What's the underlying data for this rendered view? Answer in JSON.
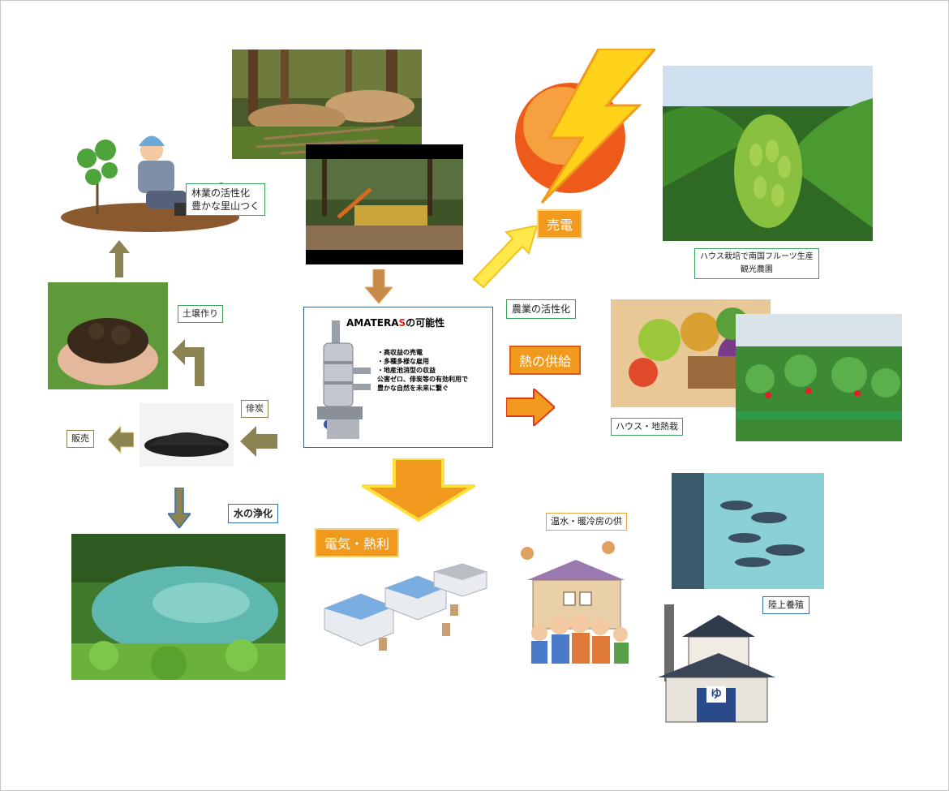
{
  "labels": {
    "forestry": [
      "林業の活性化",
      "豊かな里山つく"
    ],
    "soil": "土壌作り",
    "biochar": "俳炭",
    "sale": "販売",
    "water": "水の浄化",
    "power_sale": "売電",
    "agri": "農業の活性化",
    "heat": "熱の供給",
    "elec_heat": "電気・熱利",
    "tropical": [
      "ハウス栽培で南国フルーツ生産",
      "観光農園"
    ],
    "greenhouse": "ハウス・地熱栽",
    "hotwater": "温水・暖冷房の供",
    "aquaculture": "陸上養殖"
  },
  "amateras": {
    "title_prefix": "AMATERA",
    "title_s": "S",
    "title_suffix": "の可能性",
    "bullets": [
      "・高収益の売電",
      "・多種多様な雇用",
      "・地産池消型の収益"
    ],
    "closing": [
      "公害ゼロ、俳炭等の有効利用で",
      "豊かな自然を未来に繋ぐ"
    ]
  },
  "onsen_sign": "ゆ",
  "colors": {
    "orange": "#f29a1e",
    "olive": "#8b8452",
    "green_border": "#3aa35a",
    "blue_border": "#2f6fb5"
  }
}
